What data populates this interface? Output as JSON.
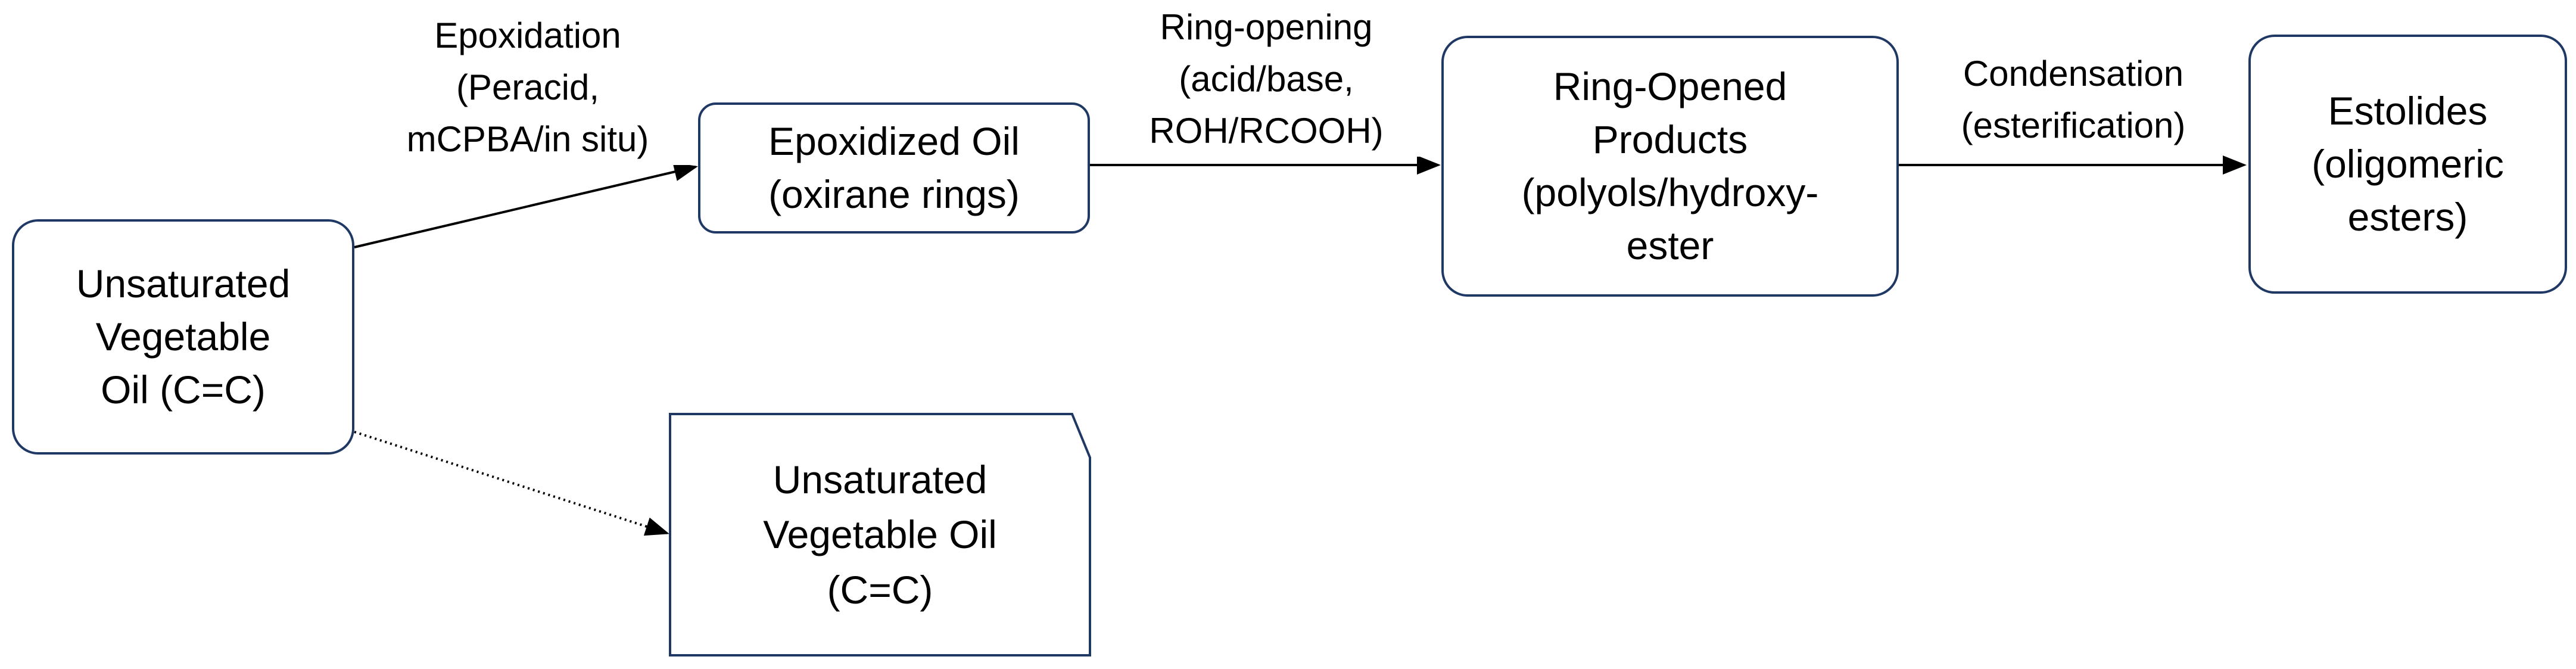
{
  "diagram": {
    "nodes": {
      "unsaturated_oil": "Unsaturated\nVegetable\nOil (C=C)",
      "epoxidized_oil": "Epoxidized Oil\n(oxirane rings)",
      "ring_opened": "Ring-Opened\nProducts\n(polyols/hydroxy-\nester",
      "estolides": "Estolides\n(oligomeric\nesters)",
      "unsaturated_oil_note": "Unsaturated\nVegetable Oil\n(C=C)"
    },
    "edges": {
      "epoxidation": "Epoxidation\n(Peracid,\nmCPBA/in situ)",
      "ring_opening": "Ring-opening\n(acid/base,\nROH/RCOOH)",
      "condensation": "Condensation\n(esterification)"
    },
    "colors": {
      "node_border": "#203864",
      "arrow": "#000000"
    }
  }
}
